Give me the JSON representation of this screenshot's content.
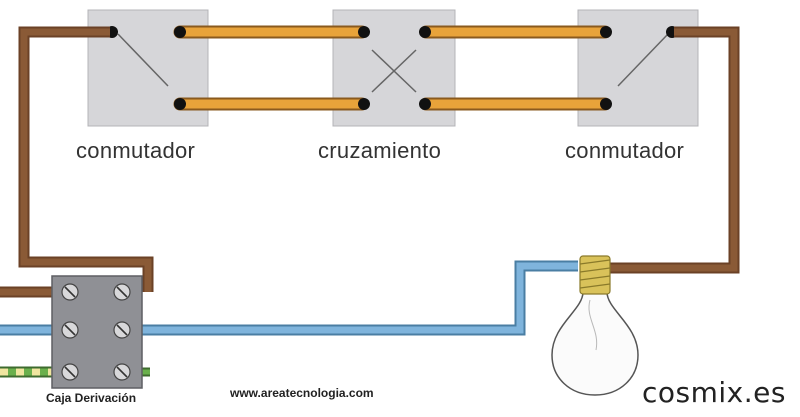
{
  "labels": {
    "left_switch": "conmutador",
    "cross_switch": "cruzamiento",
    "right_switch": "conmutador",
    "junction_box": "Caja Derivación",
    "website": "www.areatecnologia.com",
    "watermark": "cosmix.es"
  },
  "colors": {
    "phase_wire": "#8a5a36",
    "traveler_wire": "#e8a33a",
    "neutral_wire": "#7fb4dc",
    "earth_wire_green": "#6ab04c",
    "earth_wire_yellow": "#f0e6a0",
    "switch_box": "#d6d6d9",
    "junction_box": "#8f9095",
    "bulb_base": "#d9c25a"
  },
  "icons": {
    "left_switch": "two-way-switch-icon",
    "cross_switch": "intermediate-switch-icon",
    "right_switch": "two-way-switch-icon",
    "lamp": "light-bulb-icon",
    "junction_box": "terminal-block-icon"
  }
}
